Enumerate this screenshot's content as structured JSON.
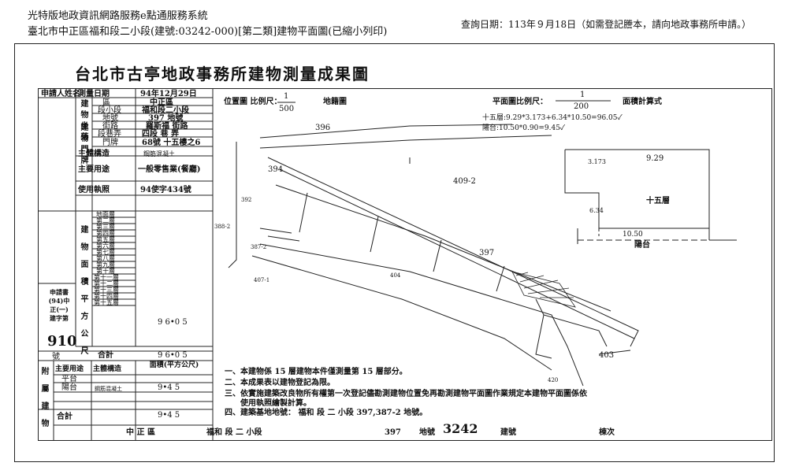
{
  "header": {
    "system_title": "光特版地政資訊網路服務e點通服務系統",
    "address_line": "臺北市中正區福和段二小段(建號:03242-000)[第二類]建物平面圖(已縮小列印)",
    "query_date": "查詢日期：113年９月18日（如需登記謄本，請向地政事務所申請。）"
  },
  "doc": {
    "title": "台北市古亭地政事務所建物測量成果圖",
    "applicant_label": "申請人姓名",
    "survey_date_label": "測量日期",
    "survey_date_value": "94年12月29日",
    "location_group_label": "建物坐落",
    "district_label": "區",
    "district_value": "中正區",
    "section_label": "段小段",
    "section_value": "福和段二小段",
    "lot_label": "地號",
    "lot_value": "397 地號",
    "doorplate_group_label": "建物門牌",
    "street_label": "街路",
    "street_value": "羅斯福 街路",
    "lane_label": "段巷弄",
    "lane_value": "四段 巷 弄",
    "number_label": "門牌",
    "number_value": "68號 十五樓之6",
    "structure_label": "主體構造",
    "structure_value": "鋼筋混凝土",
    "use_label": "主要用途",
    "use_value": "一般零售業(餐廳)",
    "license_label": "使用執照",
    "license_value": "94使字434號",
    "floor_area_label": "建物面積平方公尺",
    "floors": [
      "地面層",
      "第二層",
      "第三層",
      "第四層",
      "第五層",
      "第六層",
      "第七層",
      "第八層",
      "第九層",
      "第十層",
      "第十一層",
      "第十二層",
      "第十三層",
      "第十四層",
      "第十五層"
    ],
    "floor15_area": "9 6•0 5",
    "app_number_label": "申請書(94)中正(一)建字第",
    "app_number": "910",
    "app_number_suffix": "號",
    "total_label": "合計",
    "total_area": "9 6•0 5",
    "attached_group_label": "附屬建物",
    "attached_use_header": "主要用途",
    "attached_struct_header": "主體構造",
    "attached_area_header": "面積(平方公尺)",
    "attached_row1_use": "平台",
    "attached_row2_use": "陽台",
    "attached_row2_struct": "鋼筋混凝土",
    "attached_row2_area": "9•4 5",
    "attached_total_label": "合計",
    "attached_total_area": "9•4 5",
    "loc_map_label": "位置圖 比例尺：",
    "loc_map_scale_num": "1",
    "loc_map_scale_den": "500",
    "loc_map_suffix": "地籍圖",
    "plan_scale_label": "平面圖比例尺：",
    "plan_scale_num": "1",
    "plan_scale_den": "200",
    "area_calc_label": "面積計算式",
    "calc_line1": "十五層:9.29*3.173+6.34*10.50=96.05✓",
    "calc_line2": "陽台:10.50*0.90=9.45✓",
    "lot_labels": [
      "396",
      "394",
      "409-2",
      "397",
      "404",
      "403",
      "407-1",
      "387-2",
      "388-2",
      "420",
      "392"
    ],
    "floor_name": "十五層",
    "balcony_name": "陽台",
    "dim_top": "9.29",
    "dim_left": "3.173",
    "dim_mid": "6.34",
    "dim_bottom": "10.50",
    "notes": [
      "一、本建物係 15 層建物本件僅測量第 15 層部分。",
      "二、本成果表以建物登記為限。",
      "三、依實施建築改良物所有權第一次登記儘勘測建物位置免再勘測建物平面圖作業規定本建物平面圖係依",
      "使用執照繪製計算。",
      "四、建築基地地號： 福和 段 二 小段 397,387-2 地號。"
    ],
    "footer_district": "中 正 區",
    "footer_section": "福和 段 二 小段",
    "footer_lot": "397",
    "footer_lot_label": "地號",
    "footer_bldg_no": "3242",
    "footer_bldg_label": "建號",
    "footer_floor_label": "棟次"
  }
}
